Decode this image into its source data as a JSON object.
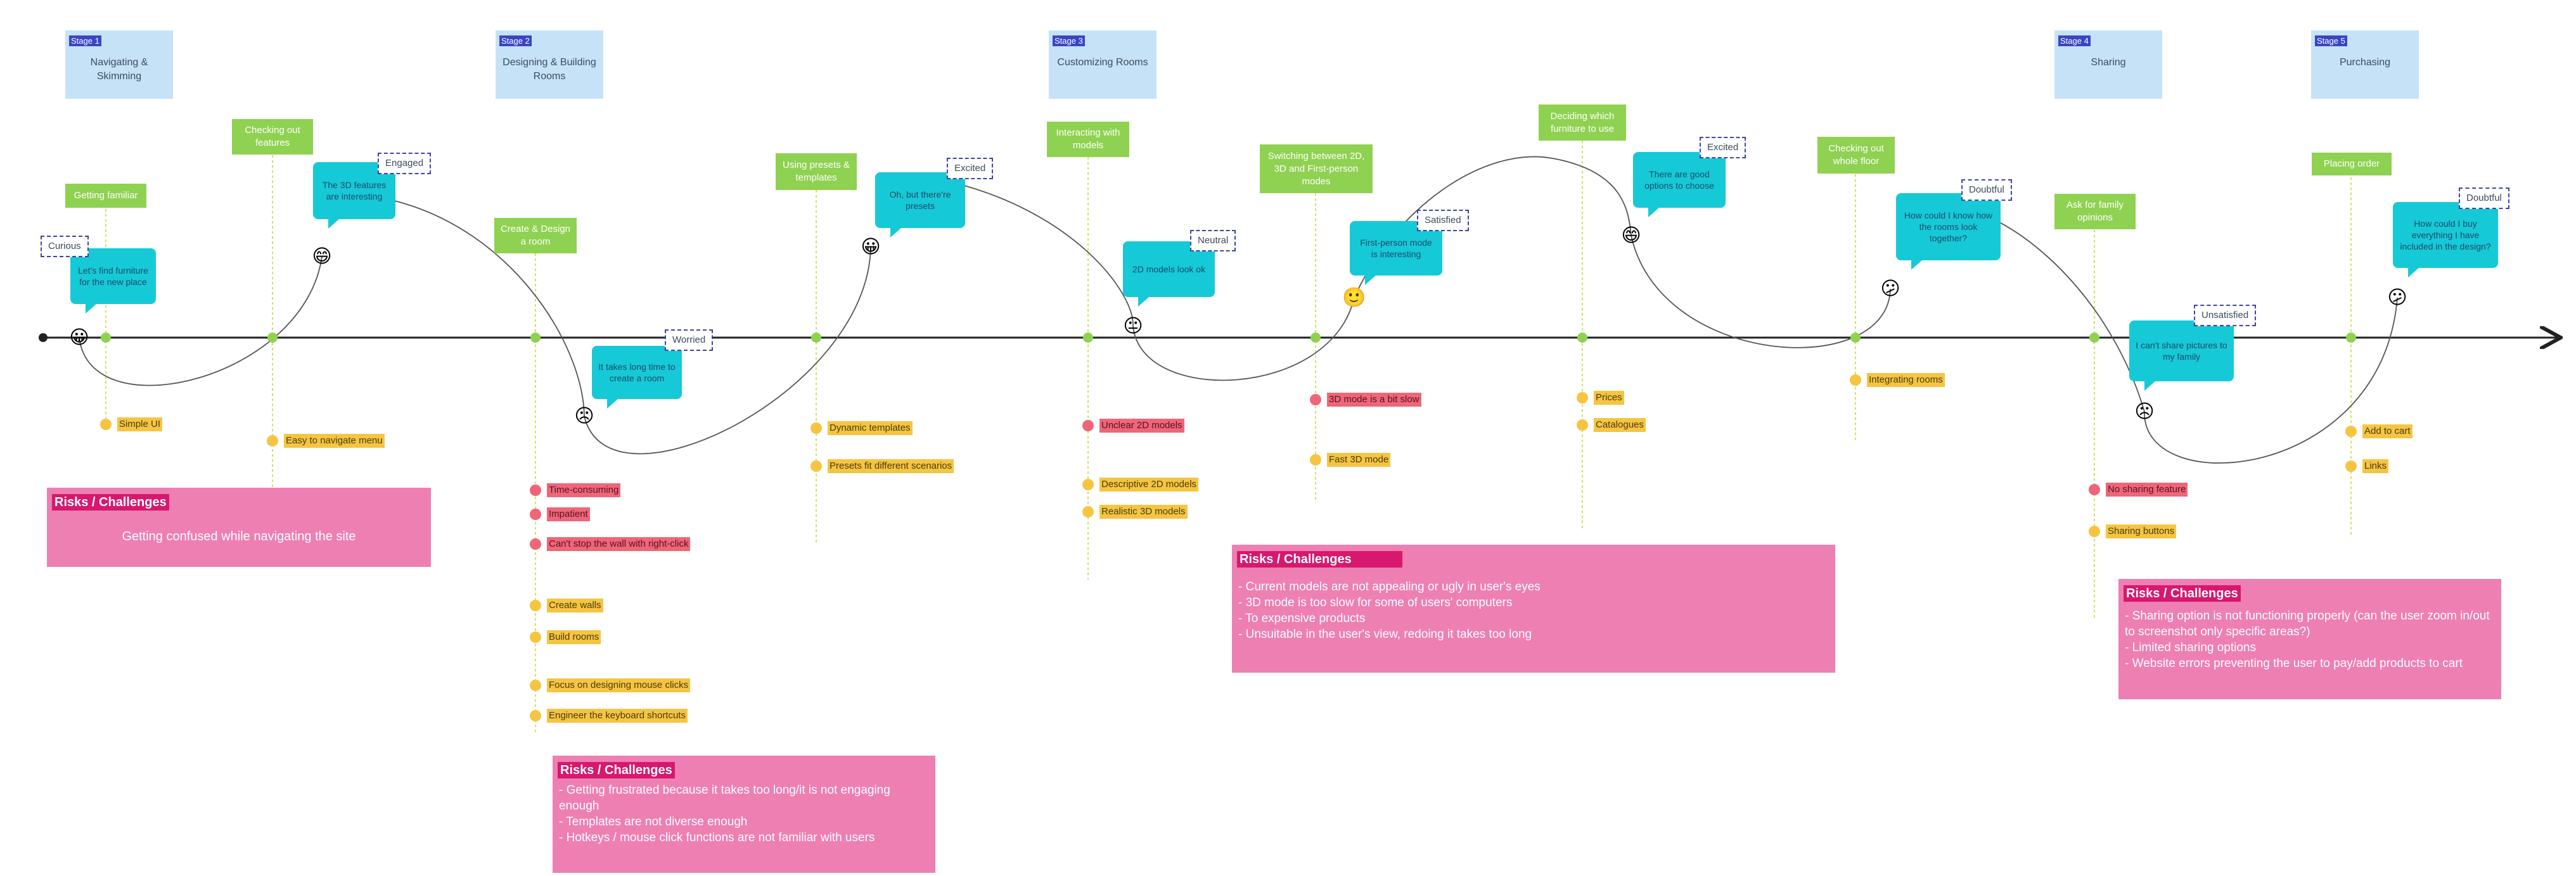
{
  "stages": [
    {
      "tag": "Stage 1",
      "name": "Navigating & Skimming"
    },
    {
      "tag": "Stage 2",
      "name": "Designing & Building Rooms"
    },
    {
      "tag": "Stage 3",
      "name": "Customizing Rooms"
    },
    {
      "tag": "Stage 4",
      "name": "Sharing"
    },
    {
      "tag": "Stage 5",
      "name": "Purchasing"
    }
  ],
  "steps": [
    "Getting familiar",
    "Checking out features",
    "Create & Design a room",
    "Using presets & templates",
    "Interacting with models",
    "Switching between 2D, 3D and First-person modes",
    "Deciding which furniture to use",
    "Checking out whole floor",
    "Ask for family opinions",
    "Placing order"
  ],
  "thoughts": [
    "Let's find furniture for the new place",
    "The 3D features are interesting",
    "It takes long time to create a room",
    "Oh, but there're presets",
    "2D models look ok",
    "First-person mode is interesting",
    "There are good options to choose",
    "How could I know how the rooms look together?",
    "I can't share pictures to my family",
    "How could I buy everything I have included in the design?"
  ],
  "emotions": [
    "Curious",
    "Engaged",
    "Worried",
    "Excited",
    "Neutral",
    "Satisfied",
    "Excited",
    "Doubtful",
    "Unsatisfied",
    "Doubtful"
  ],
  "emojis": [
    "😀",
    "😄",
    "☹",
    "😀",
    "😐",
    "🙂",
    "😄",
    "😕",
    "☹",
    "😕"
  ],
  "notes": [
    {
      "text": "Simple UI",
      "type": "positive"
    },
    {
      "text": "Easy to navigate menu",
      "type": "positive"
    },
    {
      "text": "Time-consuming",
      "type": "negative"
    },
    {
      "text": "Impatient",
      "type": "negative"
    },
    {
      "text": "Can't stop the wall with right-click",
      "type": "negative"
    },
    {
      "text": "Create walls",
      "type": "positive"
    },
    {
      "text": "Build rooms",
      "type": "positive"
    },
    {
      "text": "Focus on designing mouse clicks",
      "type": "positive"
    },
    {
      "text": "Engineer the keyboard shortcuts",
      "type": "positive"
    },
    {
      "text": "Dynamic templates",
      "type": "positive"
    },
    {
      "text": "Presets fit different scenarios",
      "type": "positive"
    },
    {
      "text": "Unclear 2D models",
      "type": "negative"
    },
    {
      "text": "Descriptive 2D models",
      "type": "positive"
    },
    {
      "text": "Realistic 3D models",
      "type": "positive"
    },
    {
      "text": "3D mode is a bit slow",
      "type": "negative"
    },
    {
      "text": "Fast 3D mode",
      "type": "positive"
    },
    {
      "text": "Prices",
      "type": "positive"
    },
    {
      "text": "Catalogues",
      "type": "positive"
    },
    {
      "text": "Integrating rooms",
      "type": "positive"
    },
    {
      "text": "No sharing feature",
      "type": "negative"
    },
    {
      "text": "Sharing buttons",
      "type": "positive"
    },
    {
      "text": "Add to cart",
      "type": "positive"
    },
    {
      "text": "Links",
      "type": "positive"
    }
  ],
  "risks": [
    {
      "title": "Risks / Challenges",
      "lines": [
        "Getting confused while navigating the site"
      ]
    },
    {
      "title": "Risks / Challenges",
      "lines": [
        "- Getting frustrated because it takes too long/it is not engaging enough",
        "- Templates are not diverse enough",
        "- Hotkeys / mouse click functions are not familiar with users"
      ]
    },
    {
      "title": "Risks / Challenges",
      "lines": [
        "- Current models are not appealing or ugly in user's eyes",
        "- 3D mode is too slow for some of users' computers",
        "- To expensive products",
        "- Unsuitable in the user's view, redoing it takes too long"
      ]
    },
    {
      "title": "Risks / Challenges",
      "lines": [
        "- Sharing option is not functioning properly (can the user zoom in/out to screenshot only specific areas?)",
        "- Limited sharing options",
        "- Website errors preventing the user to pay/add products to cart"
      ]
    }
  ],
  "colors": {
    "stage_fill": "#c6e2f7",
    "stage_tag": "#3a45c4",
    "step_fill": "#8fd151",
    "thought_fill": "#16c9d6",
    "emotion_border": "#3e42a6",
    "positive": "#f5c542",
    "negative": "#ee6678",
    "risk_fill": "#ee7fb3",
    "risk_title": "#d8176e",
    "timeline": "#222222",
    "curve": "#555555"
  }
}
